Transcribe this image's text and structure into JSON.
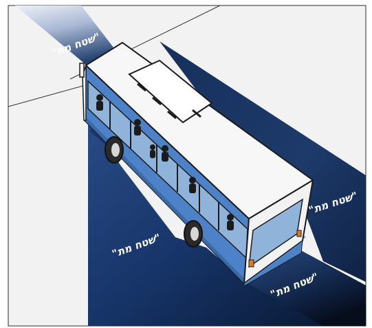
{
  "zone_labels": {
    "top": "\"שטח מת\"",
    "right": "\"שטח מת\"",
    "left": "\"שטח מת\"",
    "bottom": "\"שטח מת\""
  },
  "colors": {
    "blind_zone": "#1a3566",
    "blind_zone_light": "#dde3f0",
    "bus_blue": "#4d82c8",
    "bus_white": "#f7f7f7",
    "outline": "#1b1b1b",
    "road": "#f1f1f1"
  }
}
